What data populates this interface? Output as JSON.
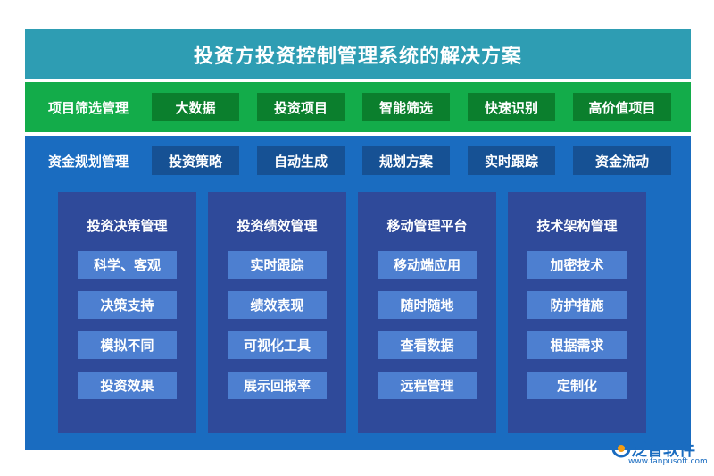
{
  "title": "投资方投资控制管理系统的解决方案",
  "row1": {
    "label": "项目筛选管理",
    "items": [
      "大数据",
      "投资项目",
      "智能筛选",
      "快速识别",
      "高价值项目"
    ]
  },
  "row2": {
    "label": "资金规划管理",
    "items": [
      "投资策略",
      "自动生成",
      "规划方案",
      "实时跟踪",
      "资金流动"
    ]
  },
  "columns": [
    {
      "title": "投资决策管理",
      "items": [
        "科学、客观",
        "决策支持",
        "模拟不同",
        "投资效果"
      ]
    },
    {
      "title": "投资绩效管理",
      "items": [
        "实时跟踪",
        "绩效表现",
        "可视化工具",
        "展示回报率"
      ]
    },
    {
      "title": "移动管理平台",
      "items": [
        "移动端应用",
        "随时随地",
        "查看数据",
        "远程管理"
      ]
    },
    {
      "title": "技术架构管理",
      "items": [
        "加密技术",
        "防护措施",
        "根据需求",
        "定制化"
      ]
    }
  ],
  "logo": {
    "name": "泛普软件",
    "url": "www.fanpusoft.com"
  },
  "colors": {
    "title_bg": "#2e9db3",
    "green": "#13ac4a",
    "blue": "#1a6cc0",
    "column_bg": "#2f4a9a",
    "item_bg": "#4d7fd0"
  }
}
